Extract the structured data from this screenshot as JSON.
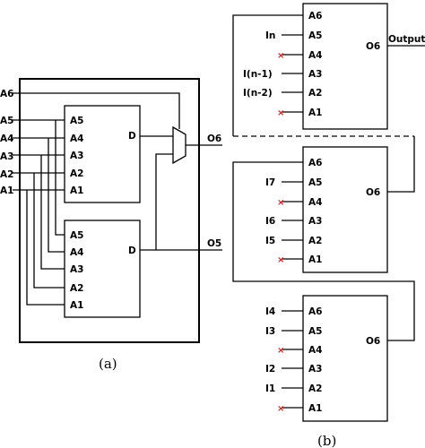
{
  "figure_a": {
    "caption": "(a)",
    "inputs": [
      "A6",
      "A5",
      "A4",
      "A3",
      "A2",
      "A1"
    ],
    "lut_top": {
      "pins": [
        "A5",
        "A4",
        "A3",
        "A2",
        "A1"
      ],
      "out": "D"
    },
    "lut_bottom": {
      "pins": [
        "A5",
        "A4",
        "A3",
        "A2",
        "A1"
      ],
      "out": "D"
    },
    "outputs": {
      "o6": "O6",
      "o5": "O5"
    }
  },
  "figure_b": {
    "caption": "(b)",
    "output_label": "Output",
    "cells": [
      {
        "pins": [
          "A6",
          "A5",
          "A4",
          "A3",
          "A2",
          "A1"
        ],
        "signals": [
          "",
          "In",
          "×",
          "I(n-1)",
          "I(n-2)",
          "×"
        ],
        "out": "O6"
      },
      {
        "pins": [
          "A6",
          "A5",
          "A4",
          "A3",
          "A2",
          "A1"
        ],
        "signals": [
          "",
          "I7",
          "×",
          "I6",
          "I5",
          "×"
        ],
        "out": "O6"
      },
      {
        "pins": [
          "A6",
          "A5",
          "A4",
          "A3",
          "A2",
          "A1"
        ],
        "signals": [
          "I4",
          "I3",
          "×",
          "I2",
          "I1",
          "×"
        ],
        "out": "O6"
      }
    ]
  },
  "colors": {
    "unused_marker": "#e02020",
    "line": "#000000"
  }
}
